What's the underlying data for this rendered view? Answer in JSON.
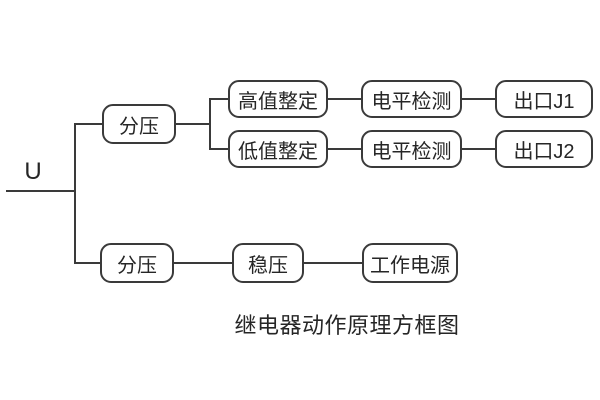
{
  "diagram": {
    "input_label": "U",
    "caption": "继电器动作原理方框图",
    "top_branch": {
      "divider": "分压",
      "rows": [
        {
          "setting": "高值整定",
          "detect": "电平检测",
          "output": "出口J1"
        },
        {
          "setting": "低值整定",
          "detect": "电平检测",
          "output": "出口J2"
        }
      ]
    },
    "bottom_branch": {
      "divider": "分压",
      "regulator": "稳压",
      "power": "工作电源"
    },
    "colors": {
      "line": "#3a3a3a",
      "text": "#262626",
      "background": "#ffffff"
    }
  }
}
